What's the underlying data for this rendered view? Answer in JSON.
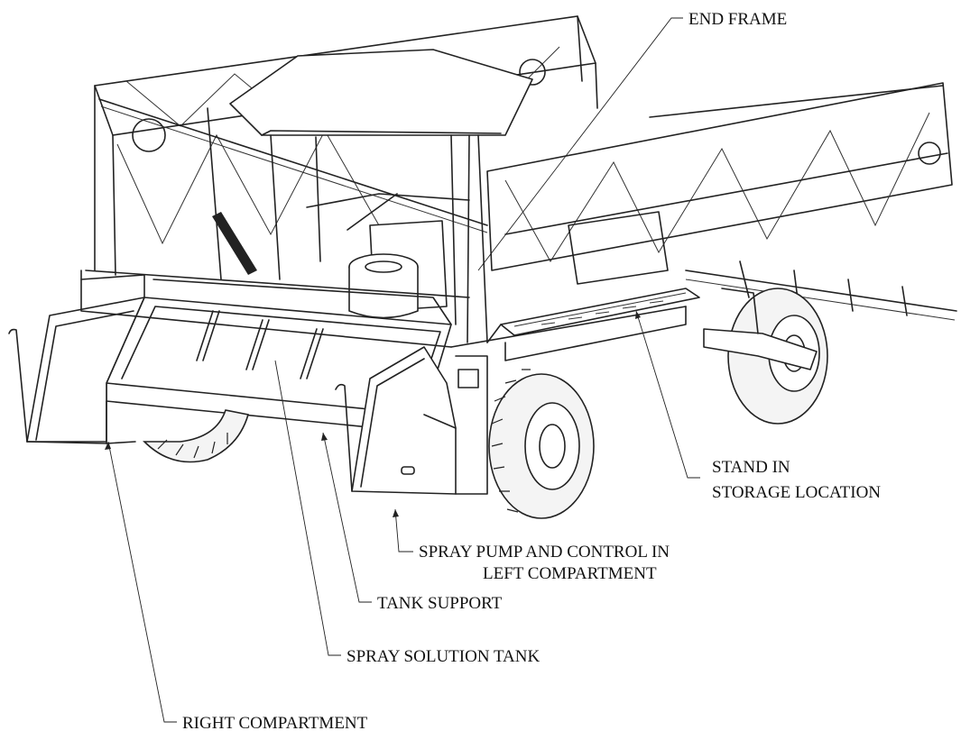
{
  "diagram": {
    "callouts": [
      {
        "id": "end-frame",
        "lines": [
          "END FRAME"
        ]
      },
      {
        "id": "stand",
        "lines": [
          "STAND IN",
          "STORAGE LOCATION"
        ]
      },
      {
        "id": "spray-pump",
        "lines": [
          "SPRAY PUMP AND CONTROL IN",
          "LEFT COMPARTMENT"
        ]
      },
      {
        "id": "tank-support",
        "lines": [
          "TANK SUPPORT"
        ]
      },
      {
        "id": "spray-tank",
        "lines": [
          "SPRAY SOLUTION TANK"
        ]
      },
      {
        "id": "right-compartment",
        "lines": [
          "RIGHT COMPARTMENT"
        ]
      }
    ]
  }
}
